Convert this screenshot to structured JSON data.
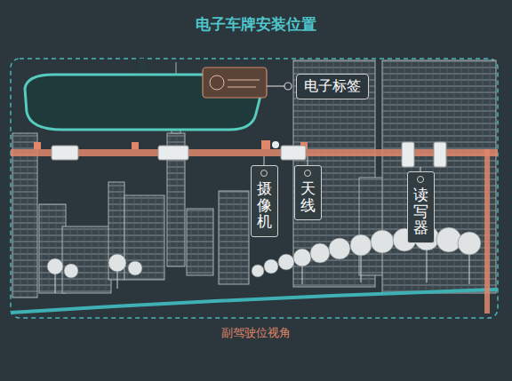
{
  "diagram": {
    "title": "电子车牌安装位置",
    "caption": "副驾驶位视角",
    "nodes": [
      {
        "text": [
          "电子标签"
        ]
      },
      {
        "text": [
          "摄像机"
        ]
      },
      {
        "text": [
          "天线"
        ]
      },
      {
        "text": [
          "读写器"
        ]
      }
    ],
    "edges": []
  }
}
